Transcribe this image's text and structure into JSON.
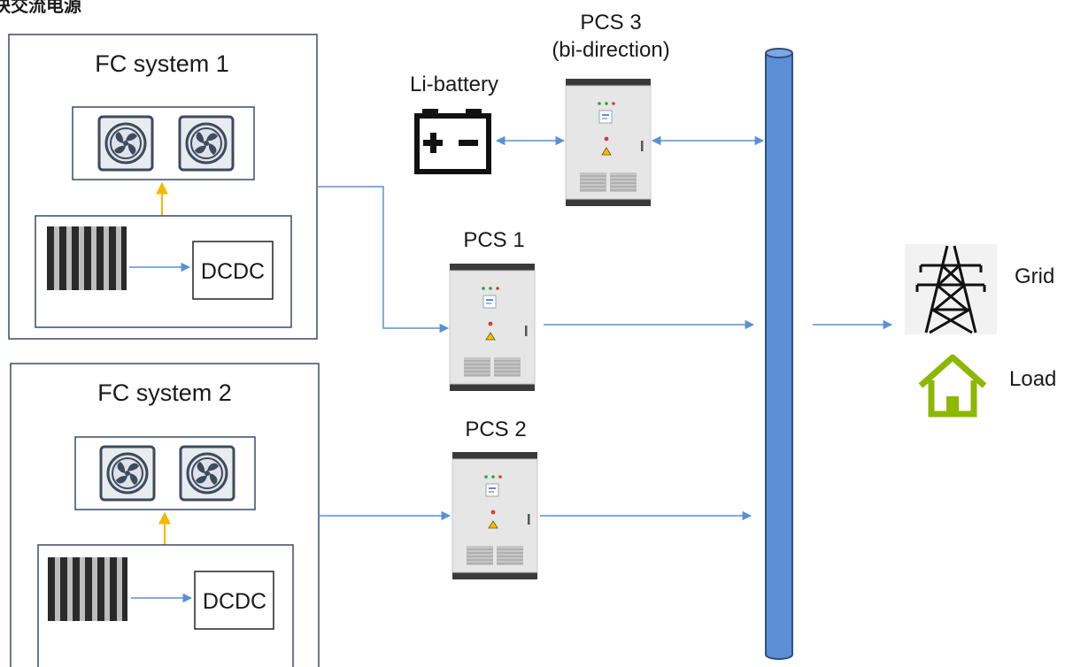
{
  "header": {
    "title": "块交流电源"
  },
  "fc_system_1": {
    "title": "FC system 1",
    "dcdc_label": "DCDC"
  },
  "fc_system_2": {
    "title": "FC system 2",
    "dcdc_label": "DCDC"
  },
  "battery": {
    "label": "Li-battery"
  },
  "pcs3": {
    "title": "PCS 3",
    "subtitle": "(bi-direction)"
  },
  "pcs1": {
    "title": "PCS 1"
  },
  "pcs2": {
    "title": "PCS 2"
  },
  "outputs": {
    "grid_label": "Grid",
    "load_label": "Load"
  },
  "icons": [
    "fan-icon",
    "fuel-cell-stack-icon",
    "battery-icon",
    "inverter-cabinet-icon",
    "transmission-tower-icon",
    "house-icon"
  ],
  "colors": {
    "arrow": "#5b8fd6",
    "fc_arrow": "#f5b800",
    "bus_fill": "#5b8fd6",
    "bus_stroke": "#2f4f7f",
    "box_border": "#3a4a6b",
    "house": "#8cb800"
  }
}
